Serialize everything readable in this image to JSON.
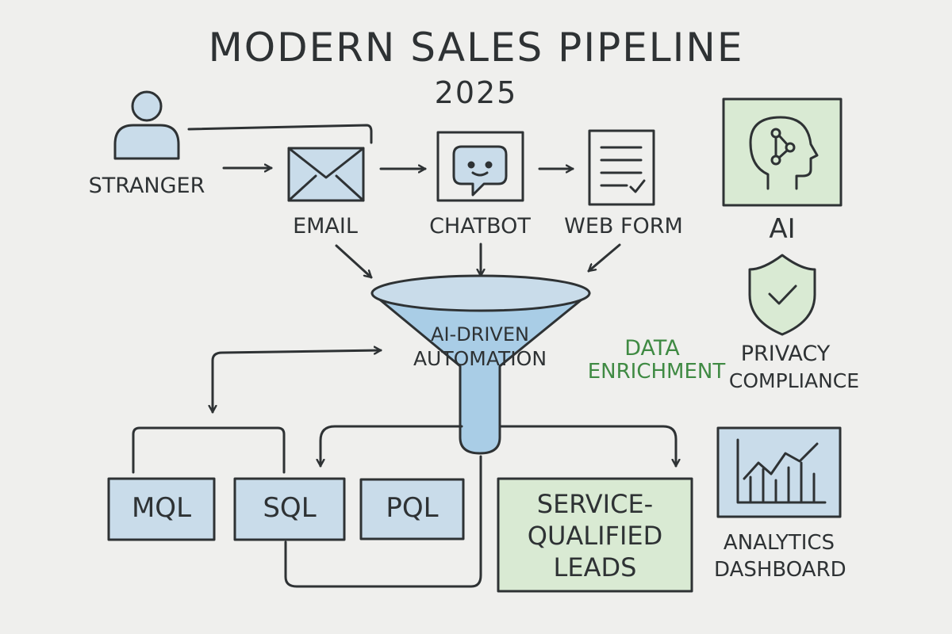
{
  "title": "MODERN SALES PIPELINE",
  "year": "2025",
  "nodes": {
    "stranger": "STRANGER",
    "email": "EMAIL",
    "chatbot": "CHATBOT",
    "web_form": "WEB FORM",
    "ai": "AI",
    "funnel_line1": "AI-DRIVEN",
    "funnel_line2": "AUTOMATION",
    "data_line1": "DATA",
    "data_line2": "ENRICHMENT",
    "privacy_line1": "PRIVACY",
    "privacy_line2": "COMPLIANCE",
    "mql": "MQL",
    "sql": "SQL",
    "pql": "PQL",
    "sql_line1": "SERVICE-",
    "sql_line2": "QUALIFIED",
    "sql_line3": "LEADS",
    "analytics_line1": "ANALYTICS",
    "analytics_line2": "DASHBOARD"
  },
  "colors": {
    "ink": "#2e3234",
    "blue_fill": "#c9dcea",
    "green_fill": "#d9ead3",
    "funnel_fill": "#a9cde6",
    "accent_green": "#3f8a43"
  }
}
